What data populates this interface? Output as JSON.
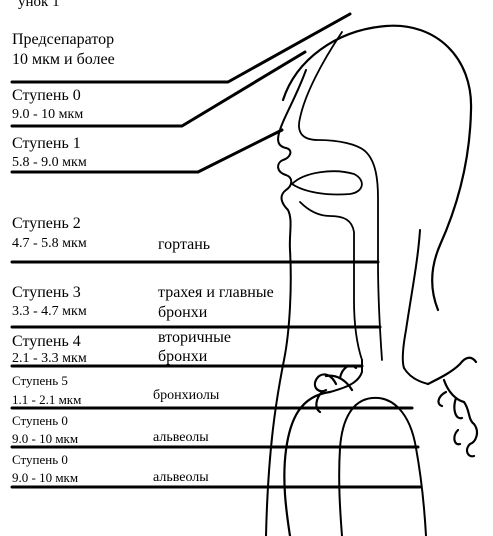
{
  "figure": {
    "header_fragment": "унок 1",
    "stages": [
      {
        "name": "Предсепаратор",
        "range": "10 мкм и более",
        "organ": ""
      },
      {
        "name": "Ступень 0",
        "range": "9.0 - 10 мкм",
        "organ": ""
      },
      {
        "name": "Ступень 1",
        "range": "5.8 - 9.0 мкм",
        "organ": ""
      },
      {
        "name": "Ступень 2",
        "range": "4.7 - 5.8 мкм",
        "organ": "гортань"
      },
      {
        "name": "Ступень 3",
        "range": "3.3 - 4.7 мкм",
        "organ": "трахея и главные бронхи"
      },
      {
        "name": "Ступень 4",
        "range": "2.1 - 3.3 мкм",
        "organ": "вторичные бронхи"
      },
      {
        "name": "Ступень 5",
        "range": "1.1 - 2.1 мкм",
        "organ": "бронхиолы"
      },
      {
        "name": "Ступень 0",
        "range": "9.0 - 10 мкм",
        "organ": "альвеолы"
      },
      {
        "name": "Ступень 0",
        "range": "9.0 - 10 мкм",
        "organ": "альвеолы"
      }
    ],
    "organ_lines": {
      "trachea": [
        "трахея и главные",
        "бронхи"
      ],
      "secondary": [
        "вторичные",
        "бронхи"
      ]
    },
    "colors": {
      "ink": "#000000",
      "background": "#ffffff"
    }
  }
}
